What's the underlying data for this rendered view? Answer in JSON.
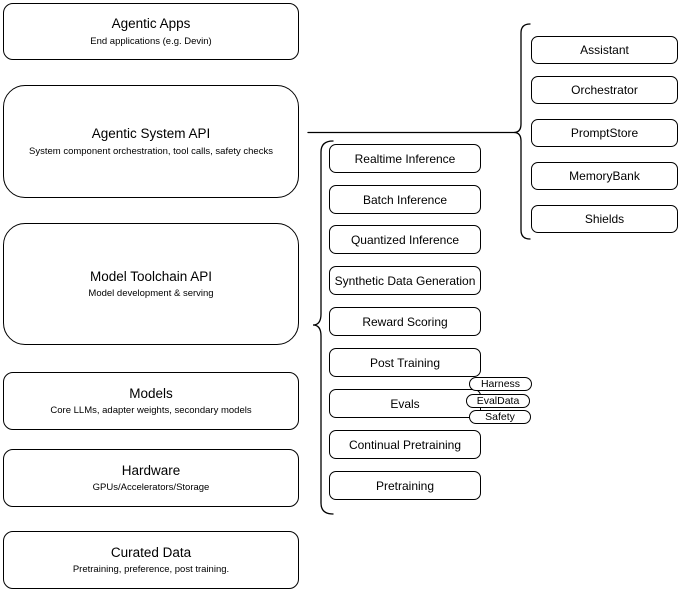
{
  "colors": {
    "stroke": "#000000",
    "node_background": "#ffffff",
    "canvas_background": "#ffffff",
    "text": "#000000"
  },
  "left_stack": [
    {
      "title": "Agentic Apps",
      "subtitle": "End applications (e.g. Devin)"
    },
    {
      "title": "Agentic System API",
      "subtitle": "System component orchestration, tool calls, safety checks"
    },
    {
      "title": "Model Toolchain API",
      "subtitle": "Model development & serving"
    },
    {
      "title": "Models",
      "subtitle": "Core LLMs, adapter weights, secondary models"
    },
    {
      "title": "Hardware",
      "subtitle": "GPUs/Accelerators/Storage"
    },
    {
      "title": "Curated Data",
      "subtitle": "Pretraining, preference, post training."
    }
  ],
  "toolchain": {
    "items": [
      "Realtime Inference",
      "Batch Inference",
      "Quantized Inference",
      "Synthetic Data Generation",
      "Reward Scoring",
      "Post Training",
      "Evals",
      "Continual Pretraining",
      "Pretraining"
    ],
    "eval_tags": [
      "Harness",
      "EvalData",
      "Safety"
    ]
  },
  "system_components": [
    "Assistant",
    "Orchestrator",
    "PromptStore",
    "MemoryBank",
    "Shields"
  ]
}
